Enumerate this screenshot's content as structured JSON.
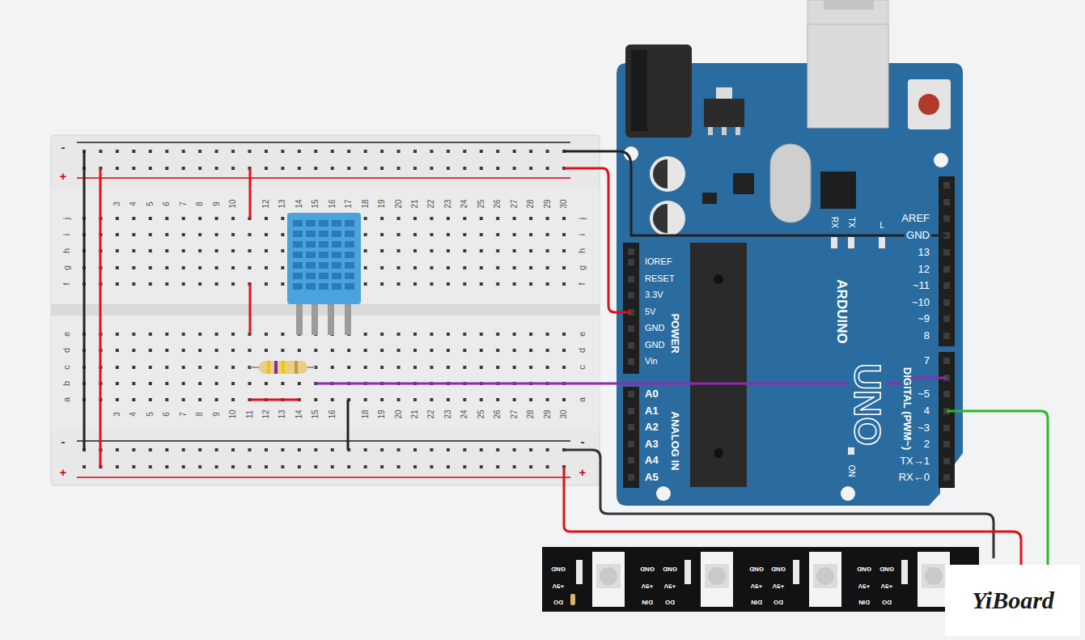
{
  "diagram": {
    "labels": [
      "-",
      "+",
      "-",
      "+",
      "-",
      "+",
      "3",
      "4",
      "5",
      "6",
      "7",
      "8",
      "9",
      "10",
      "12",
      "13",
      "14",
      "15",
      "16",
      "17",
      "18",
      "19",
      "20",
      "21",
      "22",
      "23",
      "24",
      "25",
      "26",
      "27",
      "28",
      "29",
      "30",
      "3",
      "4",
      "5",
      "6",
      "7",
      "8",
      "9",
      "10",
      "11",
      "12",
      "13",
      "14",
      "15",
      "16",
      "18",
      "19",
      "20",
      "21",
      "22",
      "23",
      "24",
      "25",
      "26",
      "27",
      "28",
      "29",
      "30",
      "j",
      "i",
      "h",
      "g",
      "f",
      "e",
      "d",
      "c",
      "b",
      "a",
      "j",
      "i",
      "h",
      "g",
      "f",
      "e",
      "d",
      "c",
      "a",
      "AREF",
      "GND",
      "13",
      "12",
      "~11",
      "~10",
      "~9",
      "8",
      "7",
      "~5",
      "4",
      "~3",
      "2",
      "TX→1",
      "RX←0",
      "IOREF",
      "RESET",
      "3.3V",
      "5V",
      "GND",
      "GND",
      "Vin",
      "POWER",
      "A0",
      "A1",
      "A2",
      "A3",
      "A4",
      "A5",
      "ANALOG IN",
      "ARDUINO",
      "UNO",
      "DIGITAL (PWM~)",
      "RX",
      "TX",
      "L",
      "ON",
      "GND",
      "+5V",
      "DO",
      "GND",
      "+5V",
      "DIN",
      "GND",
      "+5V",
      "DO",
      "GND",
      "+5V",
      "DIN",
      "GND",
      "+5V",
      "DO",
      "GND",
      "+5V",
      "DIN",
      "GND",
      "+5V",
      "DO",
      "YiBoard"
    ]
  }
}
